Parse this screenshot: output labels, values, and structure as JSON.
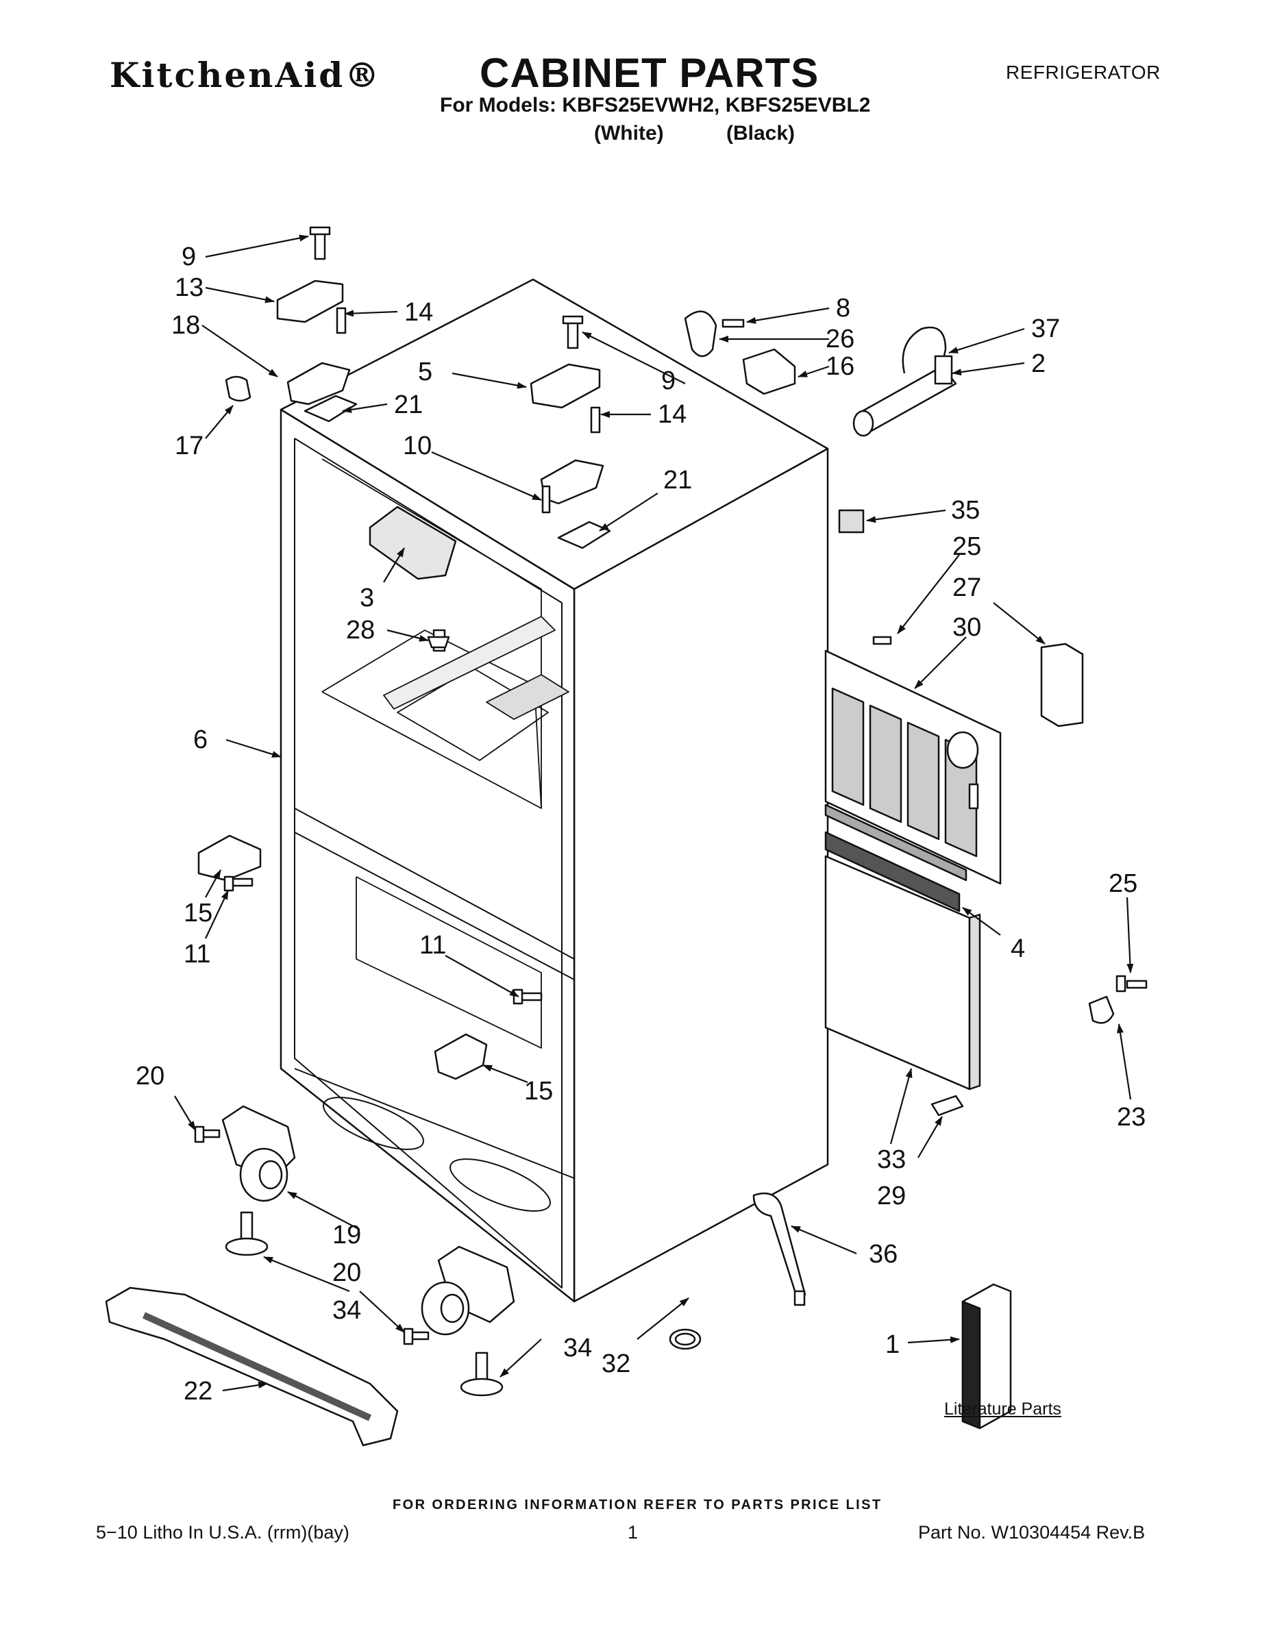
{
  "header": {
    "brand": "KitchenAid®",
    "title": "CABINET PARTS",
    "doc_type": "REFRIGERATOR",
    "models_line": "For Models: KBFS25EVWH2, KBFS25EVBL2",
    "color_a": "(White)",
    "color_b": "(Black)"
  },
  "callouts": [
    {
      "id": "c9a",
      "label": "9"
    },
    {
      "id": "c13",
      "label": "13"
    },
    {
      "id": "c14a",
      "label": "14"
    },
    {
      "id": "c18",
      "label": "18"
    },
    {
      "id": "c17",
      "label": "17"
    },
    {
      "id": "c21a",
      "label": "21"
    },
    {
      "id": "c5",
      "label": "5"
    },
    {
      "id": "c9b",
      "label": "9"
    },
    {
      "id": "c14b",
      "label": "14"
    },
    {
      "id": "c10",
      "label": "10"
    },
    {
      "id": "c21b",
      "label": "21"
    },
    {
      "id": "c8",
      "label": "8"
    },
    {
      "id": "c26",
      "label": "26"
    },
    {
      "id": "c16",
      "label": "16"
    },
    {
      "id": "c37",
      "label": "37"
    },
    {
      "id": "c2",
      "label": "2"
    },
    {
      "id": "c35",
      "label": "35"
    },
    {
      "id": "c25a",
      "label": "25"
    },
    {
      "id": "c27",
      "label": "27"
    },
    {
      "id": "c30",
      "label": "30"
    },
    {
      "id": "c3",
      "label": "3"
    },
    {
      "id": "c28",
      "label": "28"
    },
    {
      "id": "c6",
      "label": "6"
    },
    {
      "id": "c15a",
      "label": "15"
    },
    {
      "id": "c11a",
      "label": "11"
    },
    {
      "id": "c11b",
      "label": "11"
    },
    {
      "id": "c15b",
      "label": "15"
    },
    {
      "id": "c4",
      "label": "4"
    },
    {
      "id": "c25b",
      "label": "25"
    },
    {
      "id": "c23",
      "label": "23"
    },
    {
      "id": "c20a",
      "label": "20"
    },
    {
      "id": "c19",
      "label": "19"
    },
    {
      "id": "c20b",
      "label": "20"
    },
    {
      "id": "c34a",
      "label": "34"
    },
    {
      "id": "c34b",
      "label": "34"
    },
    {
      "id": "c32",
      "label": "32"
    },
    {
      "id": "c33",
      "label": "33"
    },
    {
      "id": "c29",
      "label": "29"
    },
    {
      "id": "c36",
      "label": "36"
    },
    {
      "id": "c1",
      "label": "1"
    },
    {
      "id": "c22",
      "label": "22"
    }
  ],
  "literature_label": "Literature Parts",
  "footer": {
    "ordering_note": "FOR ORDERING INFORMATION REFER TO PARTS PRICE LIST",
    "litho": "5−10 Litho In U.S.A. (rrm)(bay)",
    "page": "1",
    "part_no": "Part No. W10304454 Rev.B"
  }
}
